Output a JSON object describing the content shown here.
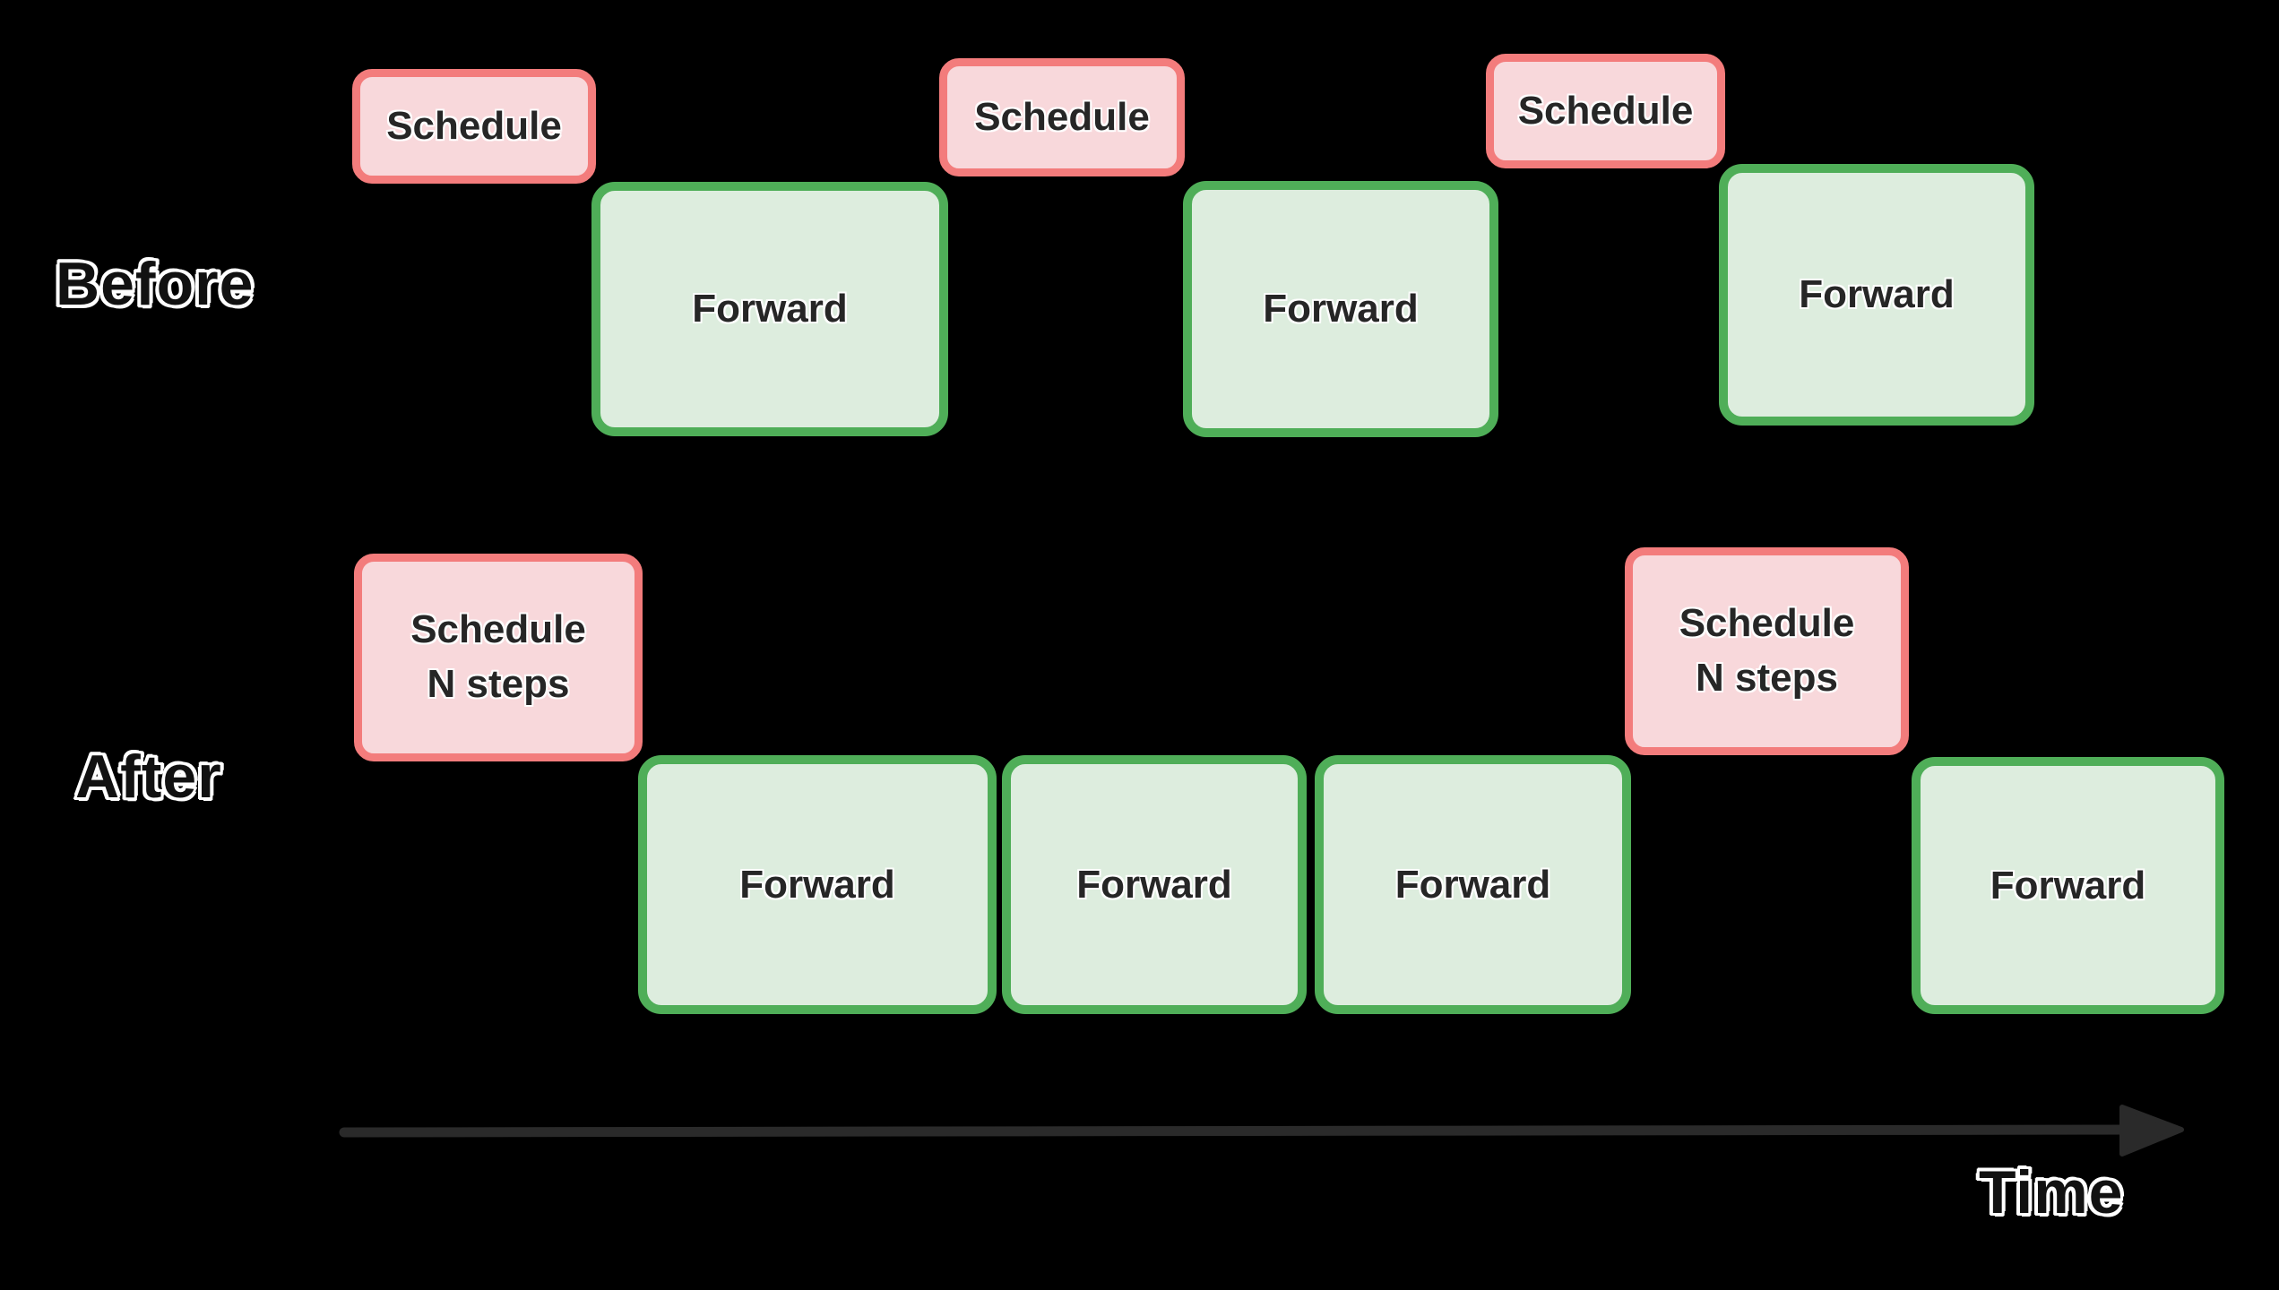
{
  "labels": {
    "before": "Before",
    "after": "After",
    "time": "Time"
  },
  "before_row": {
    "schedule1": "Schedule",
    "forward1": "Forward",
    "schedule2": "Schedule",
    "forward2": "Forward",
    "schedule3": "Schedule",
    "forward3": "Forward"
  },
  "after_row": {
    "schedule_n_1": {
      "line1": "Schedule",
      "line2": "N steps"
    },
    "forward1": "Forward",
    "forward2": "Forward",
    "forward3": "Forward",
    "schedule_n_2": {
      "line1": "Schedule",
      "line2": "N steps"
    },
    "forward4": "Forward"
  },
  "colors": {
    "background": "#000000",
    "schedule_fill": "#f8d8db",
    "schedule_border": "#f37c7c",
    "forward_fill": "#ddedde",
    "forward_border": "#4fae58",
    "arrow": "#2a2a2a",
    "label_fill": "#111111",
    "label_outline": "#ffffff"
  }
}
